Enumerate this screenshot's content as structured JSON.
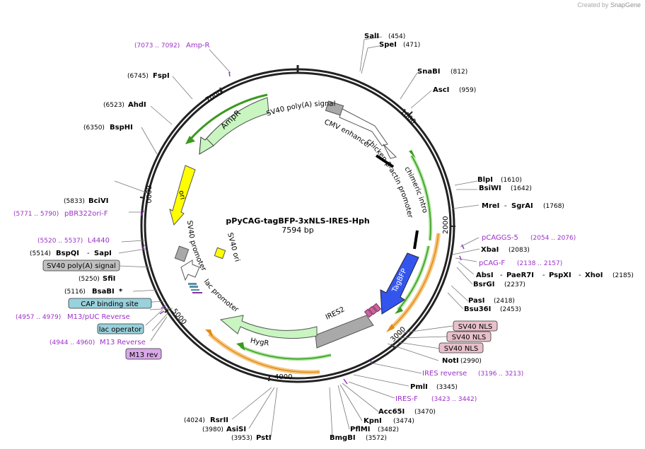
{
  "app": {
    "credit_prefix": "Created by",
    "credit_brand": "SnapGene"
  },
  "plasmid": {
    "name": "pPyCAG-tagBFP-3xNLS-IRES-Hph",
    "length": "7594 bp"
  },
  "ticks": [
    "1000",
    "2000",
    "3000",
    "4000",
    "5000",
    "6000",
    "7000"
  ],
  "features": {
    "sv40_polya_top": "SV40 poly(A) signal",
    "cmv_enhancer": "CMV enhancer",
    "chicken_actin_promoter": "chicken β-actin promoter",
    "chimeric_intron": "chimeric intron",
    "ampr": "AmpR",
    "ori": "ori",
    "sv40_promoter": "SV40 promoter",
    "sv40_ori": "SV40 ori",
    "lac_promoter": "lac promoter",
    "tagbfp": "TagBFP",
    "ires2": "IRES2",
    "hygr": "HygR"
  },
  "sites": {
    "sali": {
      "name": "SalI",
      "pos": "(454)"
    },
    "spei": {
      "name": "SpeI",
      "pos": "(471)"
    },
    "snabi": {
      "name": "SnaBI",
      "pos": "(812)"
    },
    "asci": {
      "name": "AscI",
      "pos": "(959)"
    },
    "blpi": {
      "name": "BlpI",
      "pos": "(1610)"
    },
    "bsiwi": {
      "name": "BsiWI",
      "pos": "(1642)"
    },
    "mrei": {
      "name": "MreI",
      "name2": "SgrAI",
      "pos": "(1768)"
    },
    "xbai": {
      "name": "XbaI",
      "pos": "(2083)"
    },
    "absi": {
      "name": "AbsI",
      "name2": "PaeR7I",
      "name3": "PspXI",
      "name4": "XhoI",
      "pos": "(2185)"
    },
    "bsrgi": {
      "name": "BsrGI",
      "pos": "(2237)"
    },
    "pasi": {
      "name": "PasI",
      "pos": "(2418)"
    },
    "bsu36i": {
      "name": "Bsu36I",
      "pos": "(2453)"
    },
    "noti": {
      "name": "NotI",
      "pos": "(2990)"
    },
    "pmli": {
      "name": "PmlI",
      "pos": "(3345)"
    },
    "acc65i": {
      "name": "Acc65I",
      "pos": "(3470)"
    },
    "kpni": {
      "name": "KpnI",
      "pos": "(3474)"
    },
    "pflmi": {
      "name": "PflMI",
      "pos": "(3482)"
    },
    "bmgbi": {
      "name": "BmgBI",
      "pos": "(3572)"
    },
    "psti": {
      "name": "PstI",
      "pos": "(3953)"
    },
    "asisi": {
      "name": "AsiSI",
      "pos": "(3980)"
    },
    "rsrii": {
      "name": "RsrII",
      "pos": "(4024)"
    },
    "bsabi": {
      "name": "BsaBI",
      "mark": "*",
      "pos": "(5116)"
    },
    "sfii": {
      "name": "SfiI",
      "pos": "(5250)"
    },
    "bspqi": {
      "name": "BspQI",
      "name2": "SapI",
      "pos": "(5514)"
    },
    "bcivi": {
      "name": "BciVI",
      "pos": "(5833)"
    },
    "bsphi": {
      "name": "BspHI",
      "pos": "(6350)"
    },
    "ahdi": {
      "name": "AhdI",
      "pos": "(6523)"
    },
    "fspi": {
      "name": "FspI",
      "pos": "(6745)"
    }
  },
  "primers": {
    "ampr": {
      "name": "Amp-R",
      "range": "(7073 .. 7092)"
    },
    "pbr322ori": {
      "name": "pBR322ori-F",
      "range": "(5771 .. 5790)"
    },
    "l4440": {
      "name": "L4440",
      "range": "(5520 .. 5537)"
    },
    "m13puc": {
      "name": "M13/pUC Reverse",
      "range": "(4957 .. 4979)"
    },
    "m13rev": {
      "name": "M13 Reverse",
      "range": "(4944 .. 4960)"
    },
    "pcaggs5": {
      "name": "pCAGGS-5",
      "range": "(2054 .. 2076)"
    },
    "pcagf": {
      "name": "pCAG-F",
      "range": "(2138 .. 2157)"
    },
    "iresrev": {
      "name": "IRES reverse",
      "range": "(3196 .. 3213)"
    },
    "iresf": {
      "name": "IRES-F",
      "range": "(3423 .. 3442)"
    }
  },
  "boxes": {
    "sv40polya": "SV40 poly(A) signal",
    "cap": "CAP binding site",
    "lacop": "lac operator",
    "m13rev": "M13 rev",
    "nls1": "SV40 NLS",
    "nls2": "SV40 NLS",
    "nls3": "SV40 NLS"
  },
  "colors": {
    "enzyme_text": "#000000",
    "primer_text": "#9b30c8",
    "ampr_fill": "#c8f5c0",
    "ori_fill": "#ffff00",
    "tagbfp_fill": "#3355ee",
    "ires_fill": "#a9a9a9",
    "nls_fill": "#e8c0cc",
    "cap_fill": "#99d1dc",
    "sv40_box_fill": "#c0c0c0",
    "m13rev_fill": "#d8a8e8",
    "orange_arc": "#e08a1e",
    "green_arc": "#3a9a1e"
  }
}
